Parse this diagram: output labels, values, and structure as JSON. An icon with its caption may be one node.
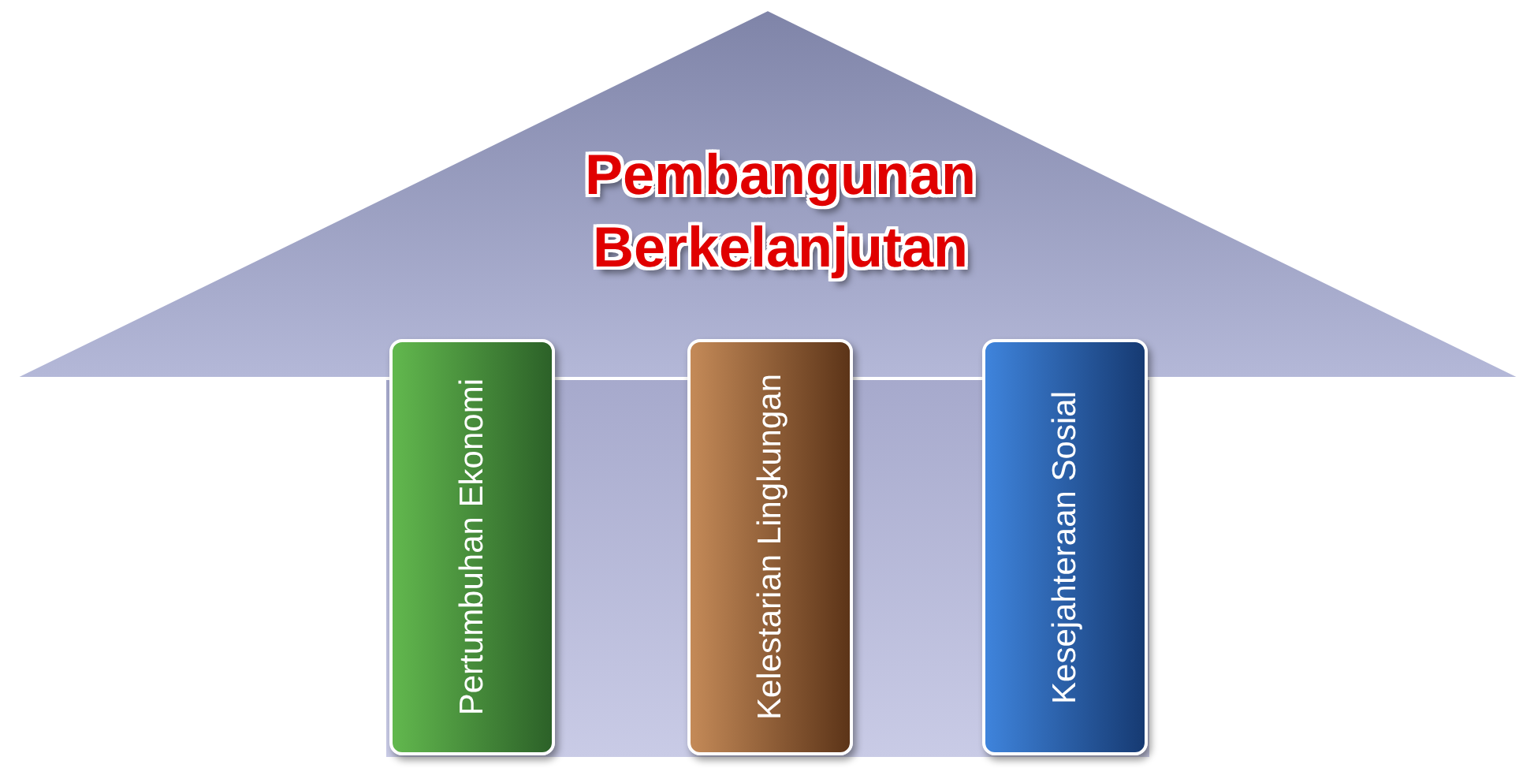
{
  "diagram": {
    "nodes": [
      {
        "text": [
          "Pembangunan Berkelanjutan"
        ]
      },
      {
        "text": [
          "Pertumbuhan Ekonomi"
        ],
        "in": 0
      },
      {
        "text": [
          "Kelestarian Lingkungan"
        ],
        "in": 0
      },
      {
        "text": [
          "Kesejahteraan Sosial"
        ],
        "in": 0
      }
    ]
  }
}
